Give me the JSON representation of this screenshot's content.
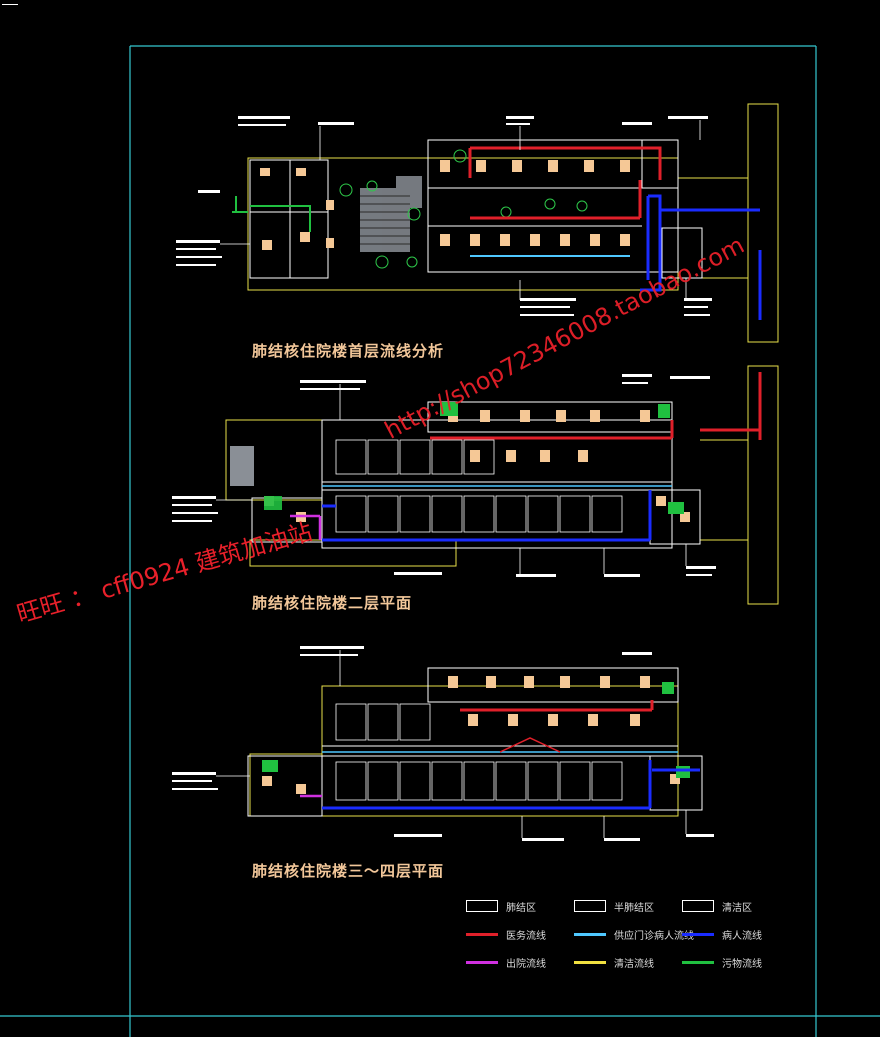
{
  "titles": {
    "plan1": "肺结核住院楼首层流线分析",
    "plan2": "肺结核住院楼二层平面",
    "plan3": "肺结核住院楼三～四层平面"
  },
  "legend": [
    {
      "label": "肺结区",
      "kind": "box",
      "color": "#ffffff"
    },
    {
      "label": "半肺结区",
      "kind": "box",
      "color": "#ffffff"
    },
    {
      "label": "清洁区",
      "kind": "box",
      "color": "#ffffff"
    },
    {
      "label": "医务流线",
      "kind": "line",
      "color": "#e0202a"
    },
    {
      "label": "供应门诊病人流线",
      "kind": "line",
      "color": "#4fc8ff"
    },
    {
      "label": "病人流线",
      "kind": "line",
      "color": "#1a2cff"
    },
    {
      "label": "出院流线",
      "kind": "line",
      "color": "#d030e0"
    },
    {
      "label": "清洁流线",
      "kind": "line",
      "color": "#f0e040"
    },
    {
      "label": "污物流线",
      "kind": "line",
      "color": "#20c040"
    }
  ],
  "watermarks": {
    "wangwang": "旺旺 ： cff0924   建筑加油站",
    "shop": "http://shop72346008.taobao.com"
  },
  "colors": {
    "frame": "#35c8d0",
    "wall": "#ffffff",
    "room": "#f5c896",
    "yellow": "#e8e04a",
    "grid": "#9aa0a8"
  }
}
